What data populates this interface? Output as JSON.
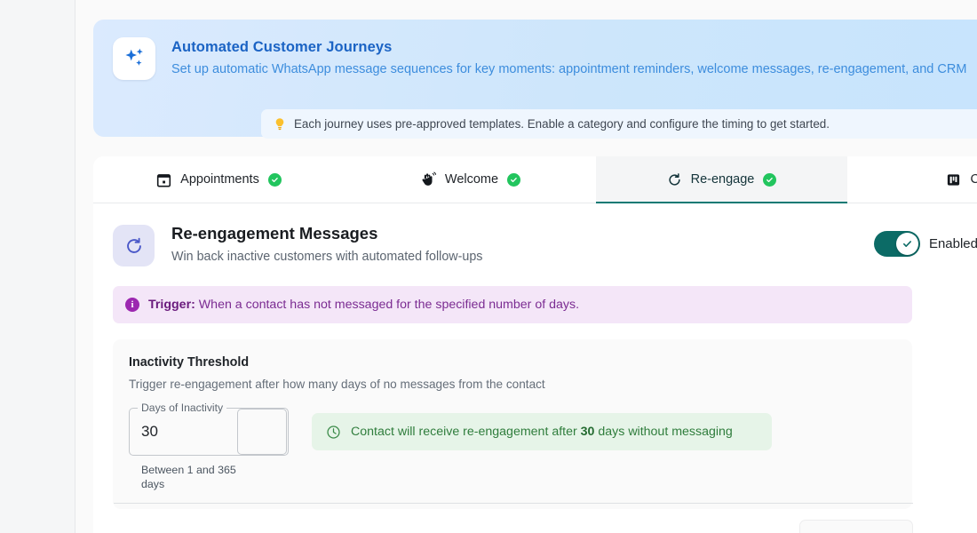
{
  "banner": {
    "icon": "sparkles-icon",
    "title": "Automated Customer Journeys",
    "subtitle": "Set up automatic WhatsApp message sequences for key moments: appointment reminders, welcome messages, re-engagement, and CRM",
    "tip_icon": "lightbulb-icon",
    "tip": "Each journey uses pre-approved templates. Enable a category and configure the timing to get started."
  },
  "tabs": [
    {
      "id": "appointments",
      "label": "Appointments",
      "icon": "calendar-icon",
      "status": "enabled-check",
      "active": false
    },
    {
      "id": "welcome",
      "label": "Welcome",
      "icon": "waving-hand-icon",
      "status": "enabled-check",
      "active": false
    },
    {
      "id": "re-engage",
      "label": "Re-engage",
      "icon": "refresh-icon",
      "status": "enabled-check",
      "active": true
    },
    {
      "id": "crm",
      "label": "CRM",
      "icon": "kanban-board-icon",
      "status": "",
      "active": false
    }
  ],
  "panel": {
    "icon": "refresh-icon",
    "title": "Re-engagement Messages",
    "subtitle": "Win back inactive customers with automated follow-ups",
    "toggle": {
      "state": "on",
      "label": "Enabled"
    },
    "trigger": {
      "icon": "info-icon",
      "label": "Trigger:",
      "text": "When a contact has not messaged for the specified number of days."
    },
    "threshold": {
      "title": "Inactivity Threshold",
      "description": "Trigger re-engagement after how many days of no messages from the contact",
      "field": {
        "label": "Days of Inactivity",
        "value": "30",
        "placeholder": "30",
        "helper": "Between 1 and 365 days"
      },
      "confirmation": {
        "icon": "clock-icon",
        "prefix": "Contact will receive re-engagement after",
        "value": "30",
        "suffix": "days without messaging"
      }
    },
    "footer_button_label": ""
  },
  "colors": {
    "accent_teal": "#0c6b66",
    "banner_blue": "#1b63c4",
    "trigger_purple": "#9c27b0",
    "success_green": "#2f7d3c",
    "check_green": "#22c55e"
  }
}
